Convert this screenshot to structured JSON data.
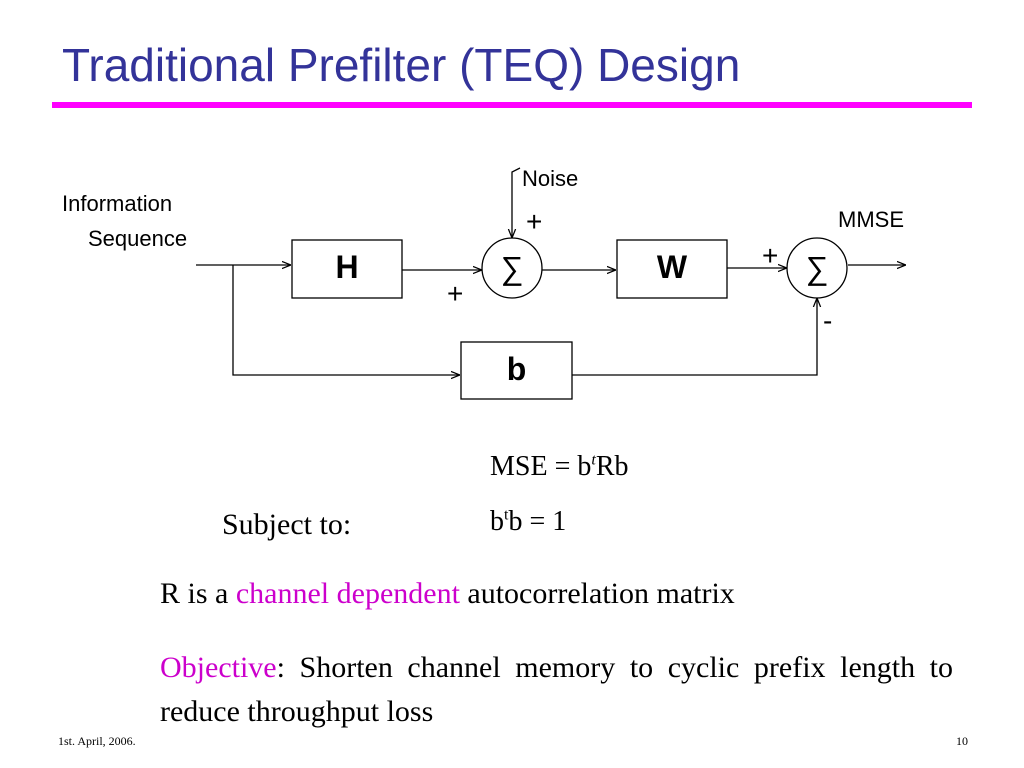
{
  "slide": {
    "title": "Traditional Prefilter (TEQ) Design",
    "footer_date": "1st. April, 2006.",
    "page_number": "10"
  },
  "diagram": {
    "input_label_line1": "Information",
    "input_label_line2": "Sequence",
    "noise_label": "Noise",
    "output_label": "MMSE",
    "block_h": "H",
    "block_w": "W",
    "block_b": "b",
    "sum_symbol": "∑",
    "sign_noise": "+",
    "sign_h": "+",
    "sign_w": "+",
    "sign_b": "-"
  },
  "equations": {
    "mse_lhs": "MSE",
    "equals": "=",
    "mse_rhs_b": "b",
    "mse_rhs_sup": "t",
    "mse_rhs_tail": "Rb",
    "constraint_b": "b",
    "constraint_sup": "t",
    "constraint_tail": "b",
    "constraint_value": "1",
    "subject_to": "Subject to:"
  },
  "body": {
    "line1_pre": "R is a",
    "line1_highlight": "channel dependent",
    "line1_post": "autocorrelation matrix",
    "objective_label": "Objective",
    "objective_text": ": Shorten channel memory to cyclic prefix length to reduce throughput loss"
  },
  "colors": {
    "title": "#333399",
    "rule": "#ff00ff",
    "highlight": "#cc00cc"
  }
}
